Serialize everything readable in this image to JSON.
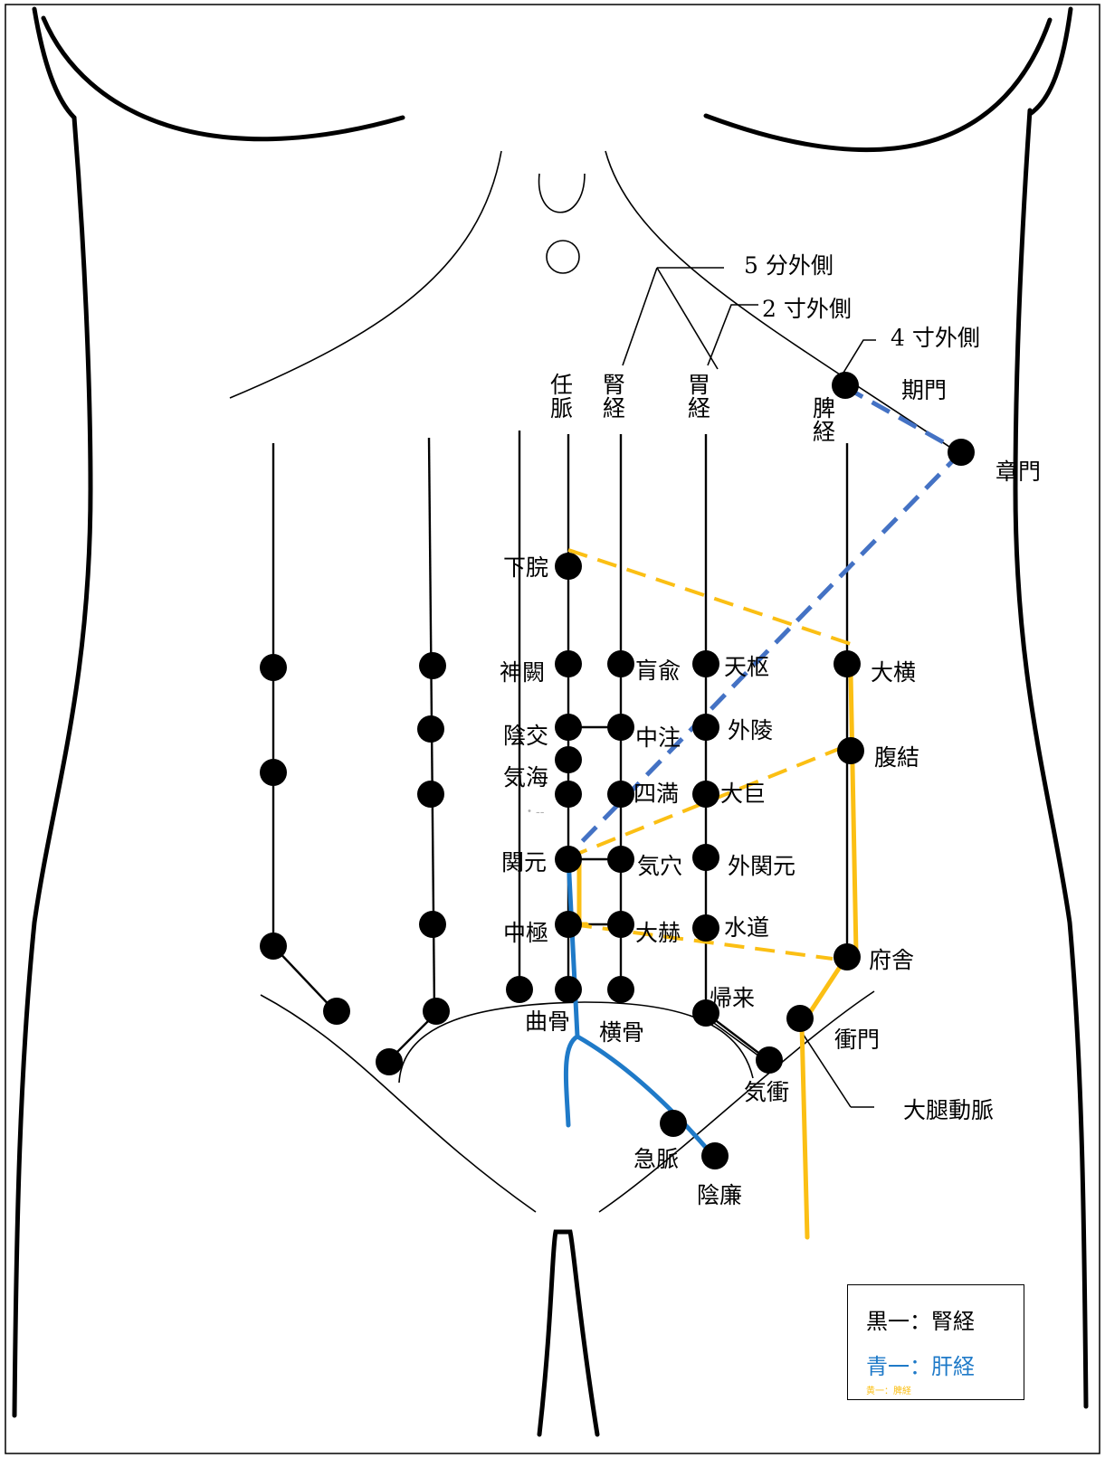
{
  "title_labels": {
    "offset_5fun": "5 分外側",
    "offset_2sun": "2 寸外側",
    "offset_4sun": "4 寸外側"
  },
  "meridians": {
    "ren": [
      "任",
      "脈"
    ],
    "kidney": [
      "腎",
      "経"
    ],
    "stomach": [
      "胃",
      "経"
    ],
    "spleen": [
      "脾",
      "経"
    ]
  },
  "points": {
    "kimon": "期門",
    "shomon": "章門",
    "gekan": "下脘",
    "shinketsu": "神闕",
    "koyu": "肓兪",
    "tensu": "天枢",
    "daiou": "大横",
    "inko": "陰交",
    "chuchu": "中注",
    "gairyo": "外陵",
    "fukketsu": "腹結",
    "kikai": "気海",
    "shiman": "四満",
    "daiko": "大巨",
    "kangen": "関元",
    "kiketsu": "気穴",
    "gaikangen": "外関元",
    "chukyoku": "中極",
    "daikaku": "大赫",
    "suido": "水道",
    "fusha": "府舎",
    "kirai": "帰来",
    "kyokotsu": "曲骨",
    "oukotsu": "横骨",
    "shomon2": "衝門",
    "kisho": "気衝",
    "daitaidomyaku": "大腿動脈",
    "kyumyaku": "急脈",
    "inren": "陰廉",
    "faded_mark": "・‐‐"
  },
  "legend": {
    "black_label": "黒一：腎経",
    "blue_label": "青一：肝経",
    "yellow_label": "黄一：脾経",
    "black_color": "#000000",
    "blue_color": "#1f7ac8",
    "yellow_color": "#fbbf14"
  },
  "colors": {
    "liver_dashed": "#4472c4",
    "liver_solid": "#1f7ac8",
    "spleen": "#fbbf14",
    "outline": "#000000"
  }
}
